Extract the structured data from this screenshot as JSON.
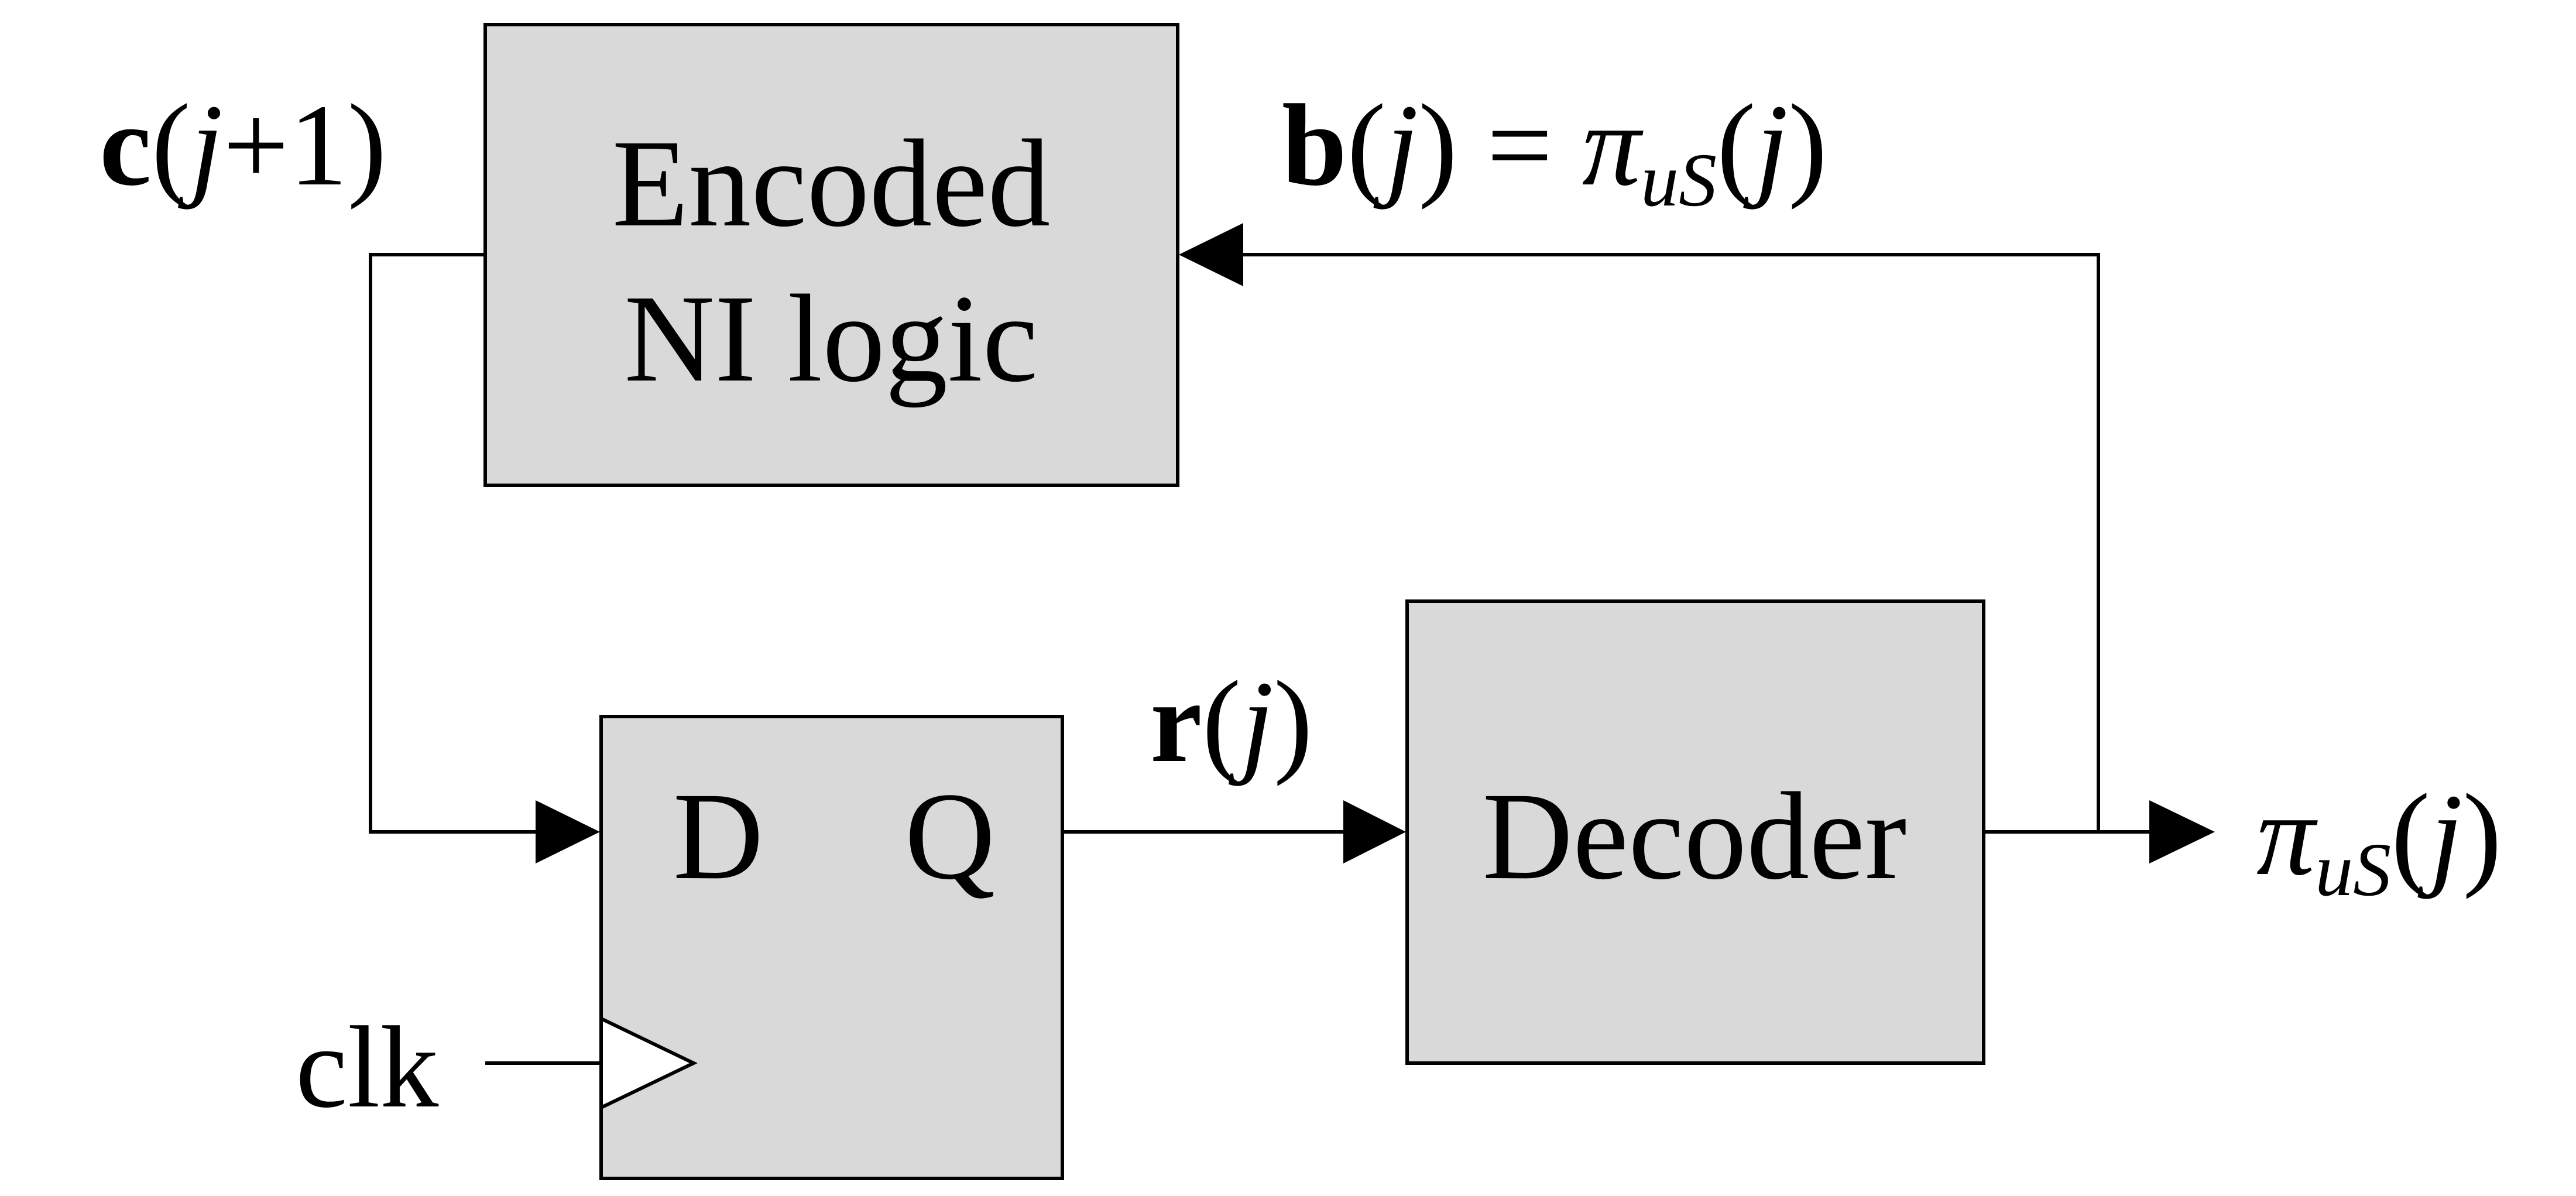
{
  "blocks": {
    "encoded_ni_logic": {
      "line1": "Encoded",
      "line2": "NI logic"
    },
    "flip_flop": {
      "d_port": "D",
      "q_port": "Q"
    },
    "decoder": {
      "label": "Decoder"
    }
  },
  "signals": {
    "c": {
      "vec": "c",
      "open": "(",
      "idx": "j",
      "rest": "+1)"
    },
    "b": {
      "vec": "b",
      "open": "(",
      "idx": "j",
      "mid": ") = ",
      "pi": "π",
      "sub": "uS",
      "open2": "(",
      "idx2": "j",
      "close": ")"
    },
    "r": {
      "vec": "r",
      "open": "(",
      "idx": "j",
      "close": ")"
    },
    "out": {
      "pi": "π",
      "sub": "uS",
      "open": "(",
      "idx": "j",
      "close": ")"
    },
    "clk": "clk"
  },
  "colors": {
    "block_fill": "#d9d9d9",
    "line": "#000000",
    "background": "#ffffff"
  }
}
